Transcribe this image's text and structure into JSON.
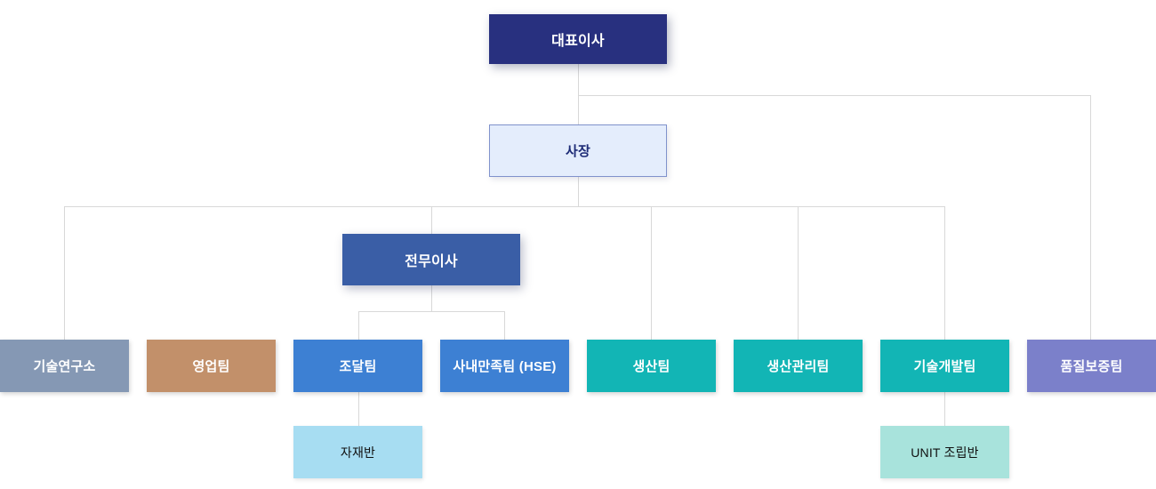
{
  "org": {
    "ceo": {
      "label": "대표이사",
      "color": "#28307f",
      "text_color": "#ffffff"
    },
    "president": {
      "label": "사장",
      "color": "#e4edfc",
      "border_color": "#8092cc",
      "text_color": "#1d2b76"
    },
    "executive_director": {
      "label": "전무이사",
      "color": "#3a5ea6",
      "text_color": "#ffffff"
    },
    "teams": [
      {
        "label": "기술연구소",
        "color": "#8598b4",
        "connected_to": "사장 line"
      },
      {
        "label": "영업팀",
        "color": "#c2906a",
        "connected_to": "none visible"
      },
      {
        "label": "조달팀",
        "color": "#3d80d3",
        "connected_to": "전무이사"
      },
      {
        "label": "사내만족팀 (HSE)",
        "color": "#3d80d3",
        "connected_to": "전무이사"
      },
      {
        "label": "생산팀",
        "color": "#12b5b5",
        "connected_to": "사장 line"
      },
      {
        "label": "생산관리팀",
        "color": "#12b5b5",
        "connected_to": "사장 line"
      },
      {
        "label": "기술개발팀",
        "color": "#12b5b5",
        "connected_to": "사장 line"
      },
      {
        "label": "품질보증팀",
        "color": "#7b80ca",
        "connected_to": "대표이사 line"
      }
    ],
    "sub_teams": [
      {
        "label": "자재반",
        "parent": "조달팀",
        "color": "#a7ddf2",
        "text_color": "#111111"
      },
      {
        "label": "UNIT 조립반",
        "parent": "기술개발팀",
        "color": "#a8e3dc",
        "text_color": "#111111"
      }
    ]
  },
  "colors": {
    "background": "#ffffff",
    "connector": "#d8d8d8"
  }
}
